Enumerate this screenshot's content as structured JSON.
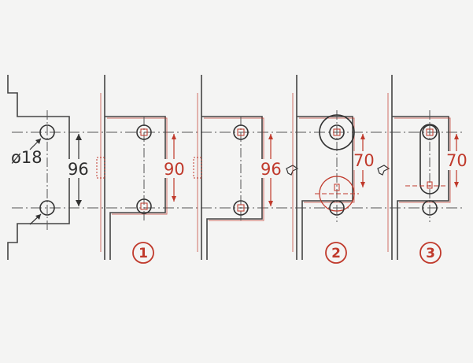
{
  "colors": {
    "background": "#f4f4f3",
    "ink": "#3a3a3a",
    "red": "#c0392b",
    "pale_red": "#e0a08f"
  },
  "labels": {
    "hole_diameter": "ø18",
    "original_spacing": "96",
    "panel1_spacing": "90",
    "panel2_spacing": "96",
    "panel3_spacing": "70",
    "panel4_spacing": "70",
    "step1": "1",
    "step2": "2",
    "step3": "3"
  }
}
